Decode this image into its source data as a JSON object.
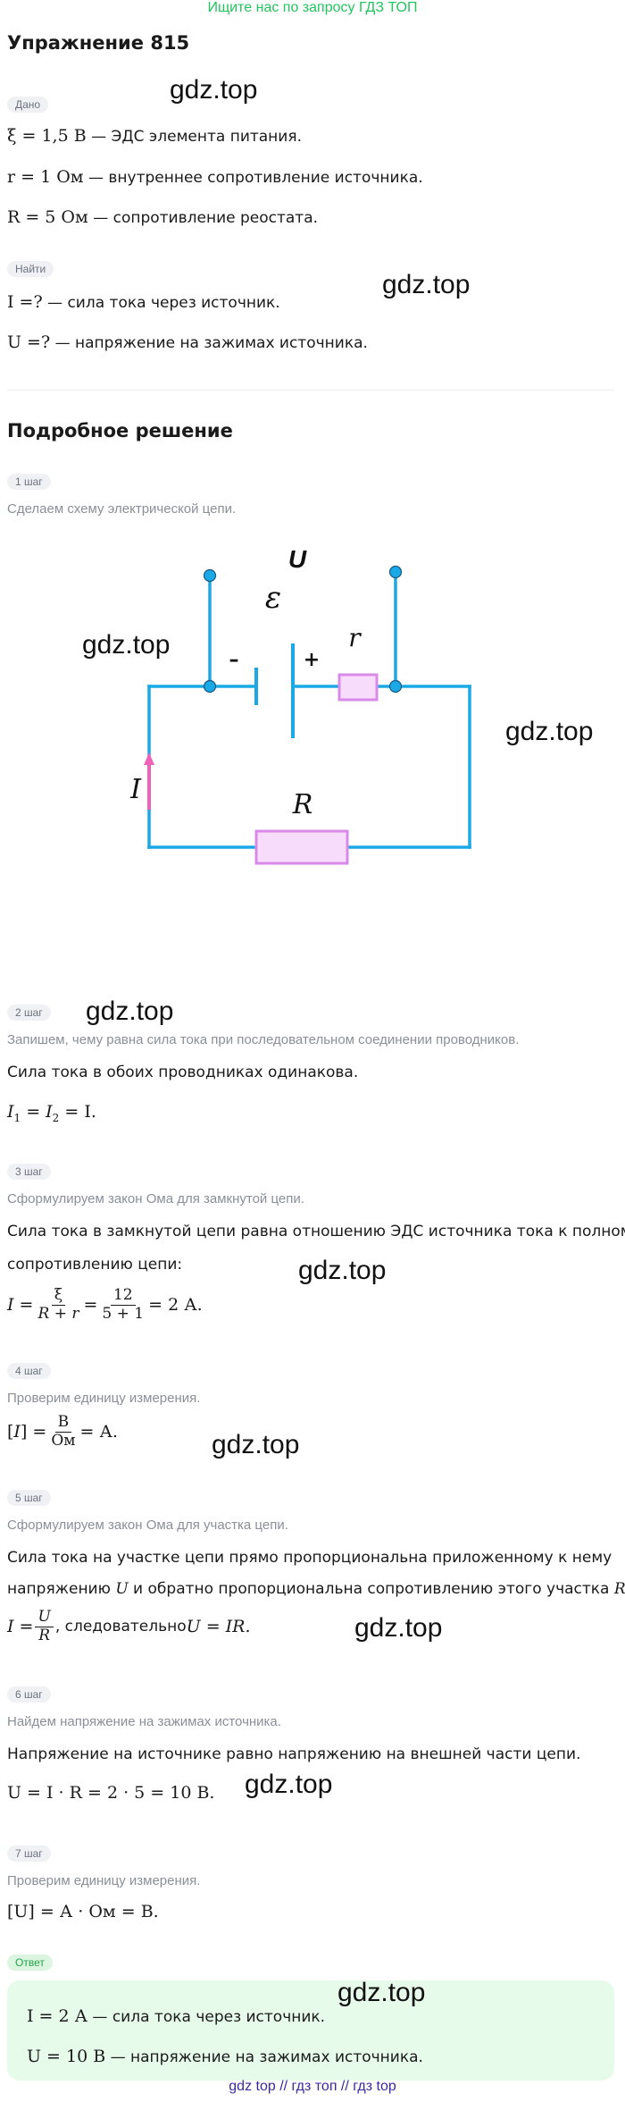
{
  "banner": "Ищите нас по запросу ГДЗ ТОП",
  "title": "Упражнение 815",
  "given_tag": "Дано",
  "given": [
    {
      "math": "ξ = 1,5 В",
      "text": " — ЭДС элемента питания."
    },
    {
      "math": "r = 1 Ом",
      "text": " — внутреннее сопротивление источника."
    },
    {
      "math": "R = 5 Ом",
      "text": " — сопротивление реостата."
    }
  ],
  "find_tag": "Найти",
  "find": [
    {
      "math": "I =?",
      "text": " — сила тока через источник."
    },
    {
      "math": "U =?",
      "text": " — напряжение на зажимах источника."
    }
  ],
  "solution_title": "Подробное решение",
  "watermark": "gdz.top",
  "steps": {
    "s1": {
      "tag": "1 шаг",
      "desc": "Сделаем схему электрической цепи."
    },
    "s2": {
      "tag": "2 шаг",
      "desc": "Запишем, чему равна сила тока при последовательном соединении проводников.",
      "text": "Сила тока в обоих проводниках одинакова.",
      "formula": "= I."
    },
    "s3": {
      "tag": "3 шаг",
      "desc": "Сформулируем закон Ома для замкнутой цепи.",
      "text1": "Сила тока в замкнутой цепи равна отношению ЭДС источника тока к полному",
      "text2": "сопротивлению цепи:"
    },
    "s4": {
      "tag": "4 шаг",
      "desc": "Проверим единицу измерения."
    },
    "s5": {
      "tag": "5 шаг",
      "desc": "Сформулируем закон Ома для участка цепи.",
      "text1": "Сила тока на участке цепи прямо пропорциональна приложенному к нему",
      "text2a": "напряжению ",
      "text2b": " и обратно пропорциональна сопротивлению этого участка ",
      "consequence": ", следовательно "
    },
    "s6": {
      "tag": "6 шаг",
      "desc": "Найдем напряжение на зажимах источника.",
      "text": "Напряжение на источнике равно напряжению на внешней части цепи.",
      "formula": "U = I · R = 2 · 5 = 10 В."
    },
    "s7": {
      "tag": "7 шаг",
      "desc": "Проверим единицу измерения.",
      "formula": "[U] = А · Ом = В."
    }
  },
  "circuit": {
    "label_U": "U",
    "label_eps": "ε",
    "label_r": "r",
    "label_minus": "–",
    "label_plus": "+",
    "label_I": "I",
    "label_R": "R"
  },
  "answer_tag": "Ответ",
  "answers": [
    {
      "math": "I = 2 А",
      "text": " — сила тока через источник."
    },
    {
      "math": "U = 10 В",
      "text": " — напряжение на зажимах источника."
    }
  ],
  "footer": "gdz top  //  гдз топ  //  гдз top",
  "colors": {
    "wire": "#1ba8e6",
    "resistor_border": "#d98ae8",
    "resistor_fill": "#f7ddfb",
    "arrow": "#f062b8"
  }
}
